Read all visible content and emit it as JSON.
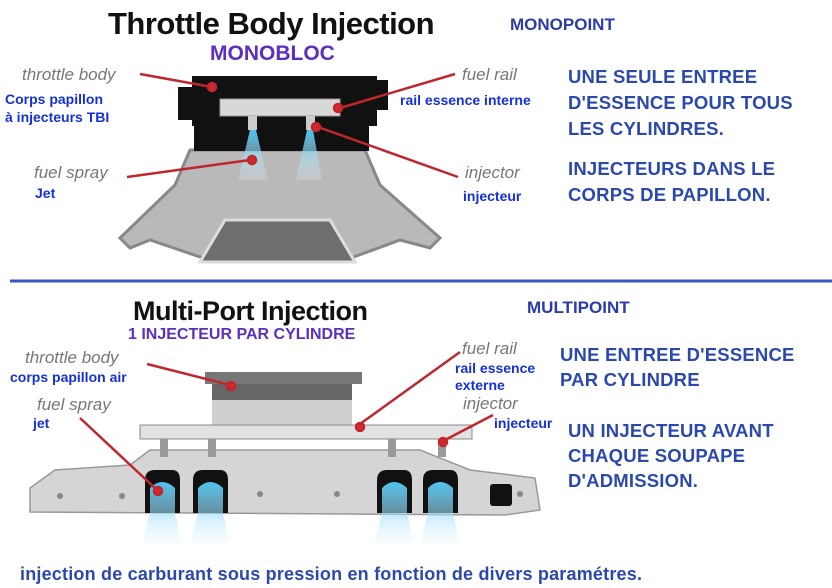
{
  "tbi": {
    "title": "Throttle Body Injection",
    "mode": "MONOPOINT",
    "subtitle": "MONOBLOC",
    "labels": {
      "throttle_body": "throttle body",
      "throttle_body_fr_1": "Corps papillon",
      "throttle_body_fr_2": "à injecteurs TBI",
      "fuel_rail": "fuel rail",
      "fuel_rail_fr": "rail essence interne",
      "fuel_spray": "fuel spray",
      "fuel_spray_fr": "Jet",
      "injector": "injector",
      "injector_fr": "injecteur"
    },
    "notes": [
      "UNE SEULE ENTREE",
      "D'ESSENCE POUR TOUS",
      "LES CYLINDRES.",
      "INJECTEURS DANS LE",
      "CORPS DE PAPILLON."
    ]
  },
  "mpi": {
    "title": "Multi-Port Injection",
    "mode": "MULTIPOINT",
    "subtitle": "1 INJECTEUR PAR CYLINDRE",
    "labels": {
      "throttle_body": "throttle body",
      "throttle_body_fr": "corps papillon air",
      "fuel_spray": "fuel spray",
      "fuel_spray_fr": "jet",
      "fuel_rail": "fuel rail",
      "fuel_rail_fr_1": "rail essence",
      "fuel_rail_fr_2": "externe",
      "injector": "injector",
      "injector_fr": "injecteur"
    },
    "notes": [
      "UNE ENTREE D'ESSENCE",
      "PAR CYLINDRE",
      "UN INJECTEUR AVANT",
      "CHAQUE SOUPAPE",
      "D'ADMISSION."
    ]
  },
  "footer": "injection de carburant sous pression en fonction de divers paramétres.",
  "colors": {
    "label_blue": "#1530d8",
    "note_blue": "#2b49ad",
    "purple": "#5b2fbf",
    "pointer_red": "#c0262e",
    "divider": "#3a55c0"
  }
}
